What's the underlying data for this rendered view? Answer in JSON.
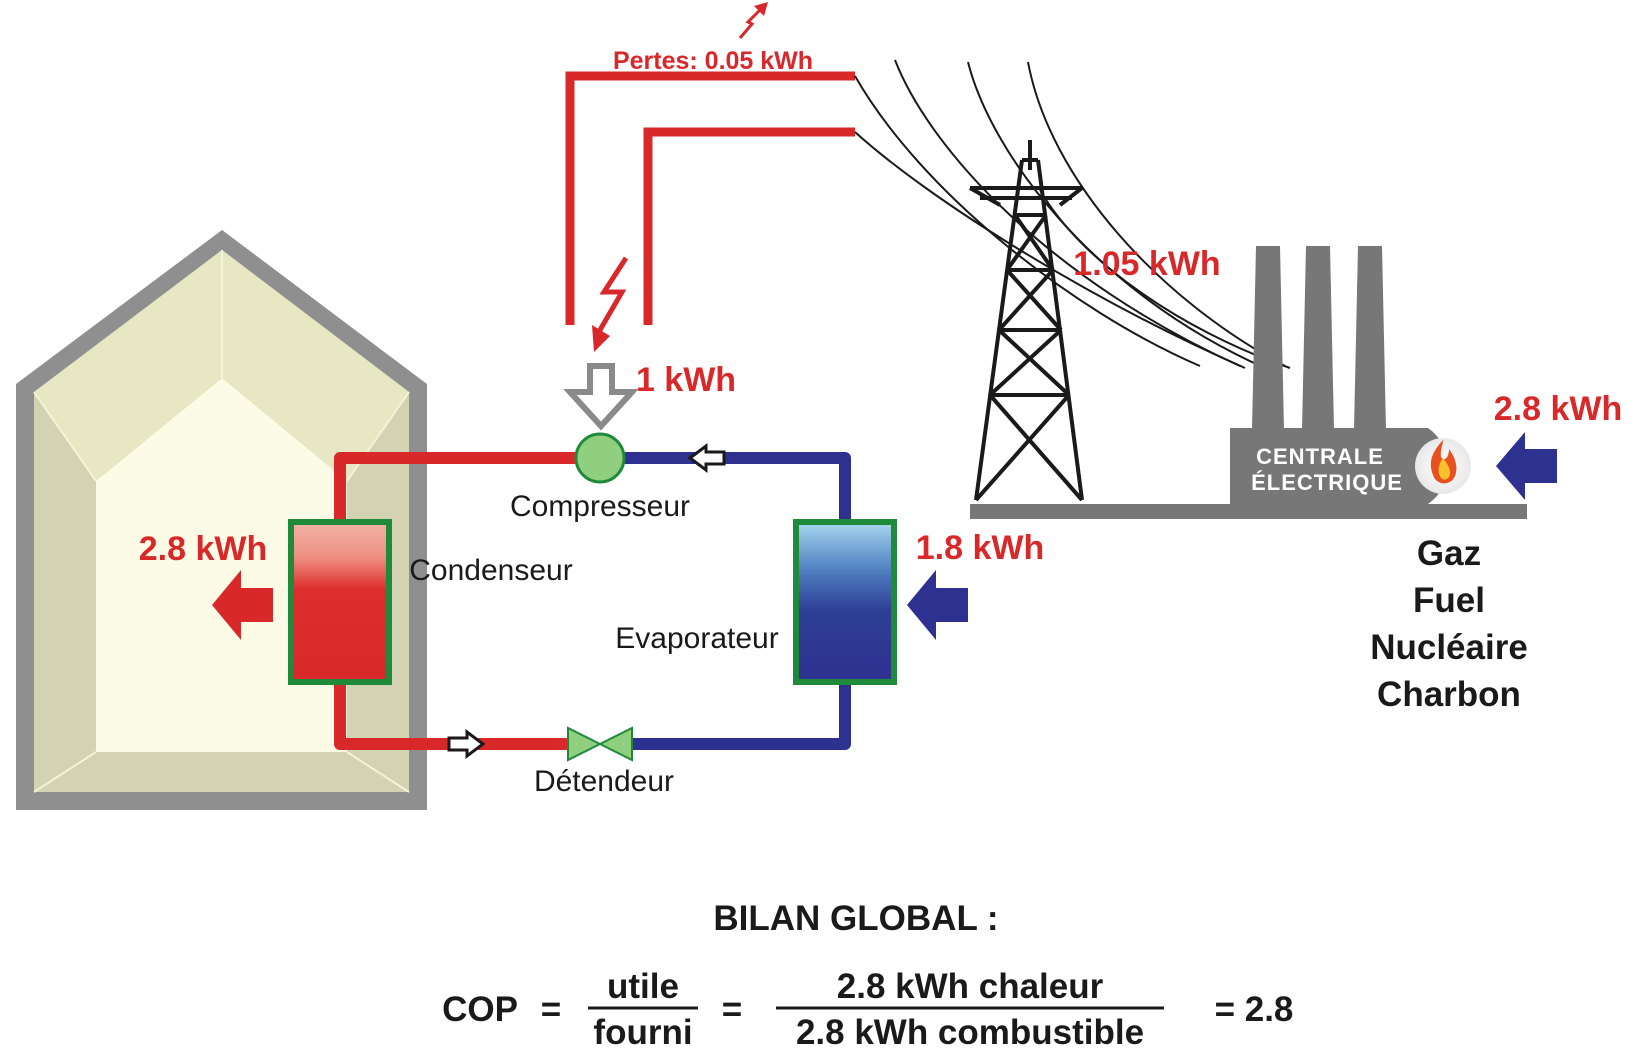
{
  "colors": {
    "hot": "#d8282a",
    "cold": "#2e3190",
    "outline_green": "#1e8a3a",
    "house_wall": "#8f8f8f",
    "house_fill": "#fcfbe6",
    "house_shade": "#d3d2b3",
    "plant_gray": "#777777"
  },
  "labels": {
    "losses": "Pertes: 0.05 kWh",
    "grid_energy": "1.05 kWh",
    "compressor_energy": "1 kWh",
    "fuel_energy": "2.8 kWh",
    "heat_out": "2.8 kWh",
    "ambient_heat": "1.8 kWh"
  },
  "components": {
    "compressor": "Compresseur",
    "condenser": "Condenseur",
    "evaporator": "Evaporateur",
    "expansion_valve": "Détendeur"
  },
  "plant": {
    "line1": "CENTRALE",
    "line2": "ÉLECTRIQUE",
    "icon": "flame-icon"
  },
  "fuels": [
    "Gaz",
    "Fuel",
    "Nucléaire",
    "Charbon"
  ],
  "balance": {
    "title": "BILAN GLOBAL :",
    "cop": "COP",
    "equals": "=",
    "num1": "utile",
    "den1": "fourni",
    "num2": "2.8 kWh chaleur",
    "den2": "2.8 kWh combustible",
    "result": "= 2.8"
  }
}
